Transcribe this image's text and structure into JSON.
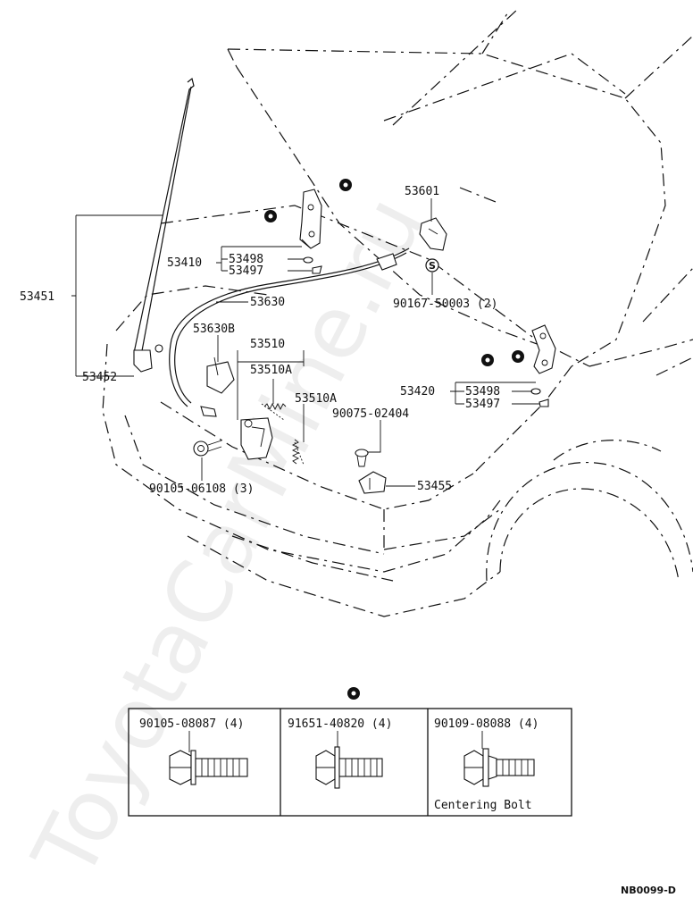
{
  "watermark": "ToyotaCarMine.ru",
  "diagram_ref": "NB0099-D",
  "parts": {
    "p53451": "53451",
    "p53452": "53452",
    "p53410": "53410",
    "p53498_left": "53498",
    "p53497_left": "53497",
    "p53630": "53630",
    "p53630B": "53630B",
    "p53510": "53510",
    "p53510A_top": "53510A",
    "p53510A_right": "53510A",
    "p53601": "53601",
    "p90167": "90167-50003 (2)",
    "p53420": "53420",
    "p53498_right": "53498",
    "p53497_right": "53497",
    "p90075": "90075-02404",
    "p53455": "53455",
    "p90105_06108": "90105-06108 (3)"
  },
  "s_marker": "S",
  "bolt_table": {
    "bolts": [
      {
        "part": "90105-08087 (4)",
        "caption": ""
      },
      {
        "part": "91651-40820 (4)",
        "caption": ""
      },
      {
        "part": "90109-08088 (4)",
        "caption": "Centering Bolt"
      }
    ]
  }
}
